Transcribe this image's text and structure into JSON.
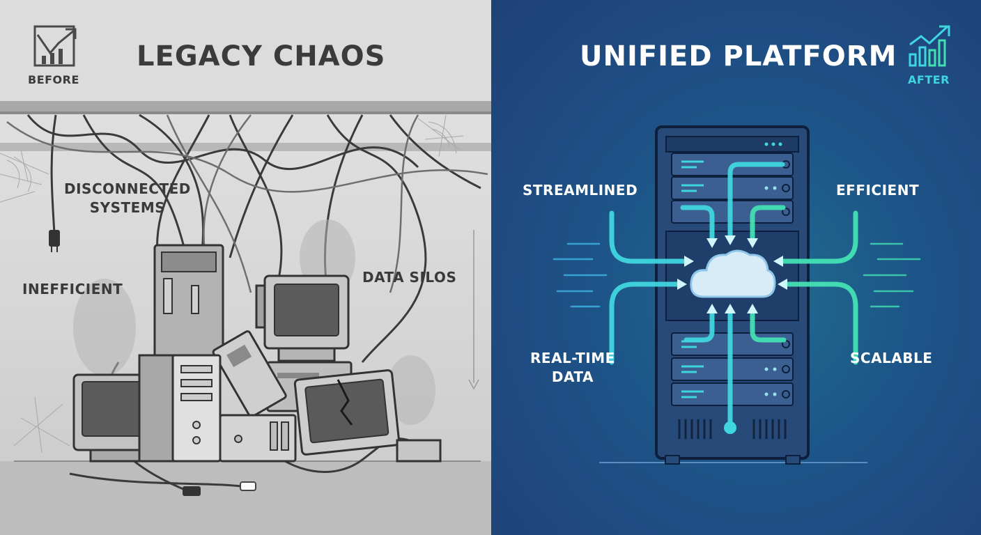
{
  "before": {
    "tag": "BEFORE",
    "title": "LEGACY CHAOS",
    "labels": {
      "disconnected": "DISCONNECTED\nSYSTEMS",
      "inefficient": "INEFFICIENT",
      "data_silos": "DATA SILOS"
    },
    "icon": "chart-down-icon"
  },
  "after": {
    "tag": "AFTER",
    "title": "UNIFIED PLATFORM",
    "labels": {
      "streamlined": "STREAMLINED",
      "efficient": "EFFICIENT",
      "realtime": "REAL-TIME\nDATA",
      "scalable": "SCALABLE"
    },
    "icon": "chart-up-icon"
  },
  "colors": {
    "left_bg": "#d9d9d9",
    "right_bg": "#1d4a80",
    "accent_cyan": "#3fd6e0",
    "accent_teal": "#43e0b4"
  }
}
